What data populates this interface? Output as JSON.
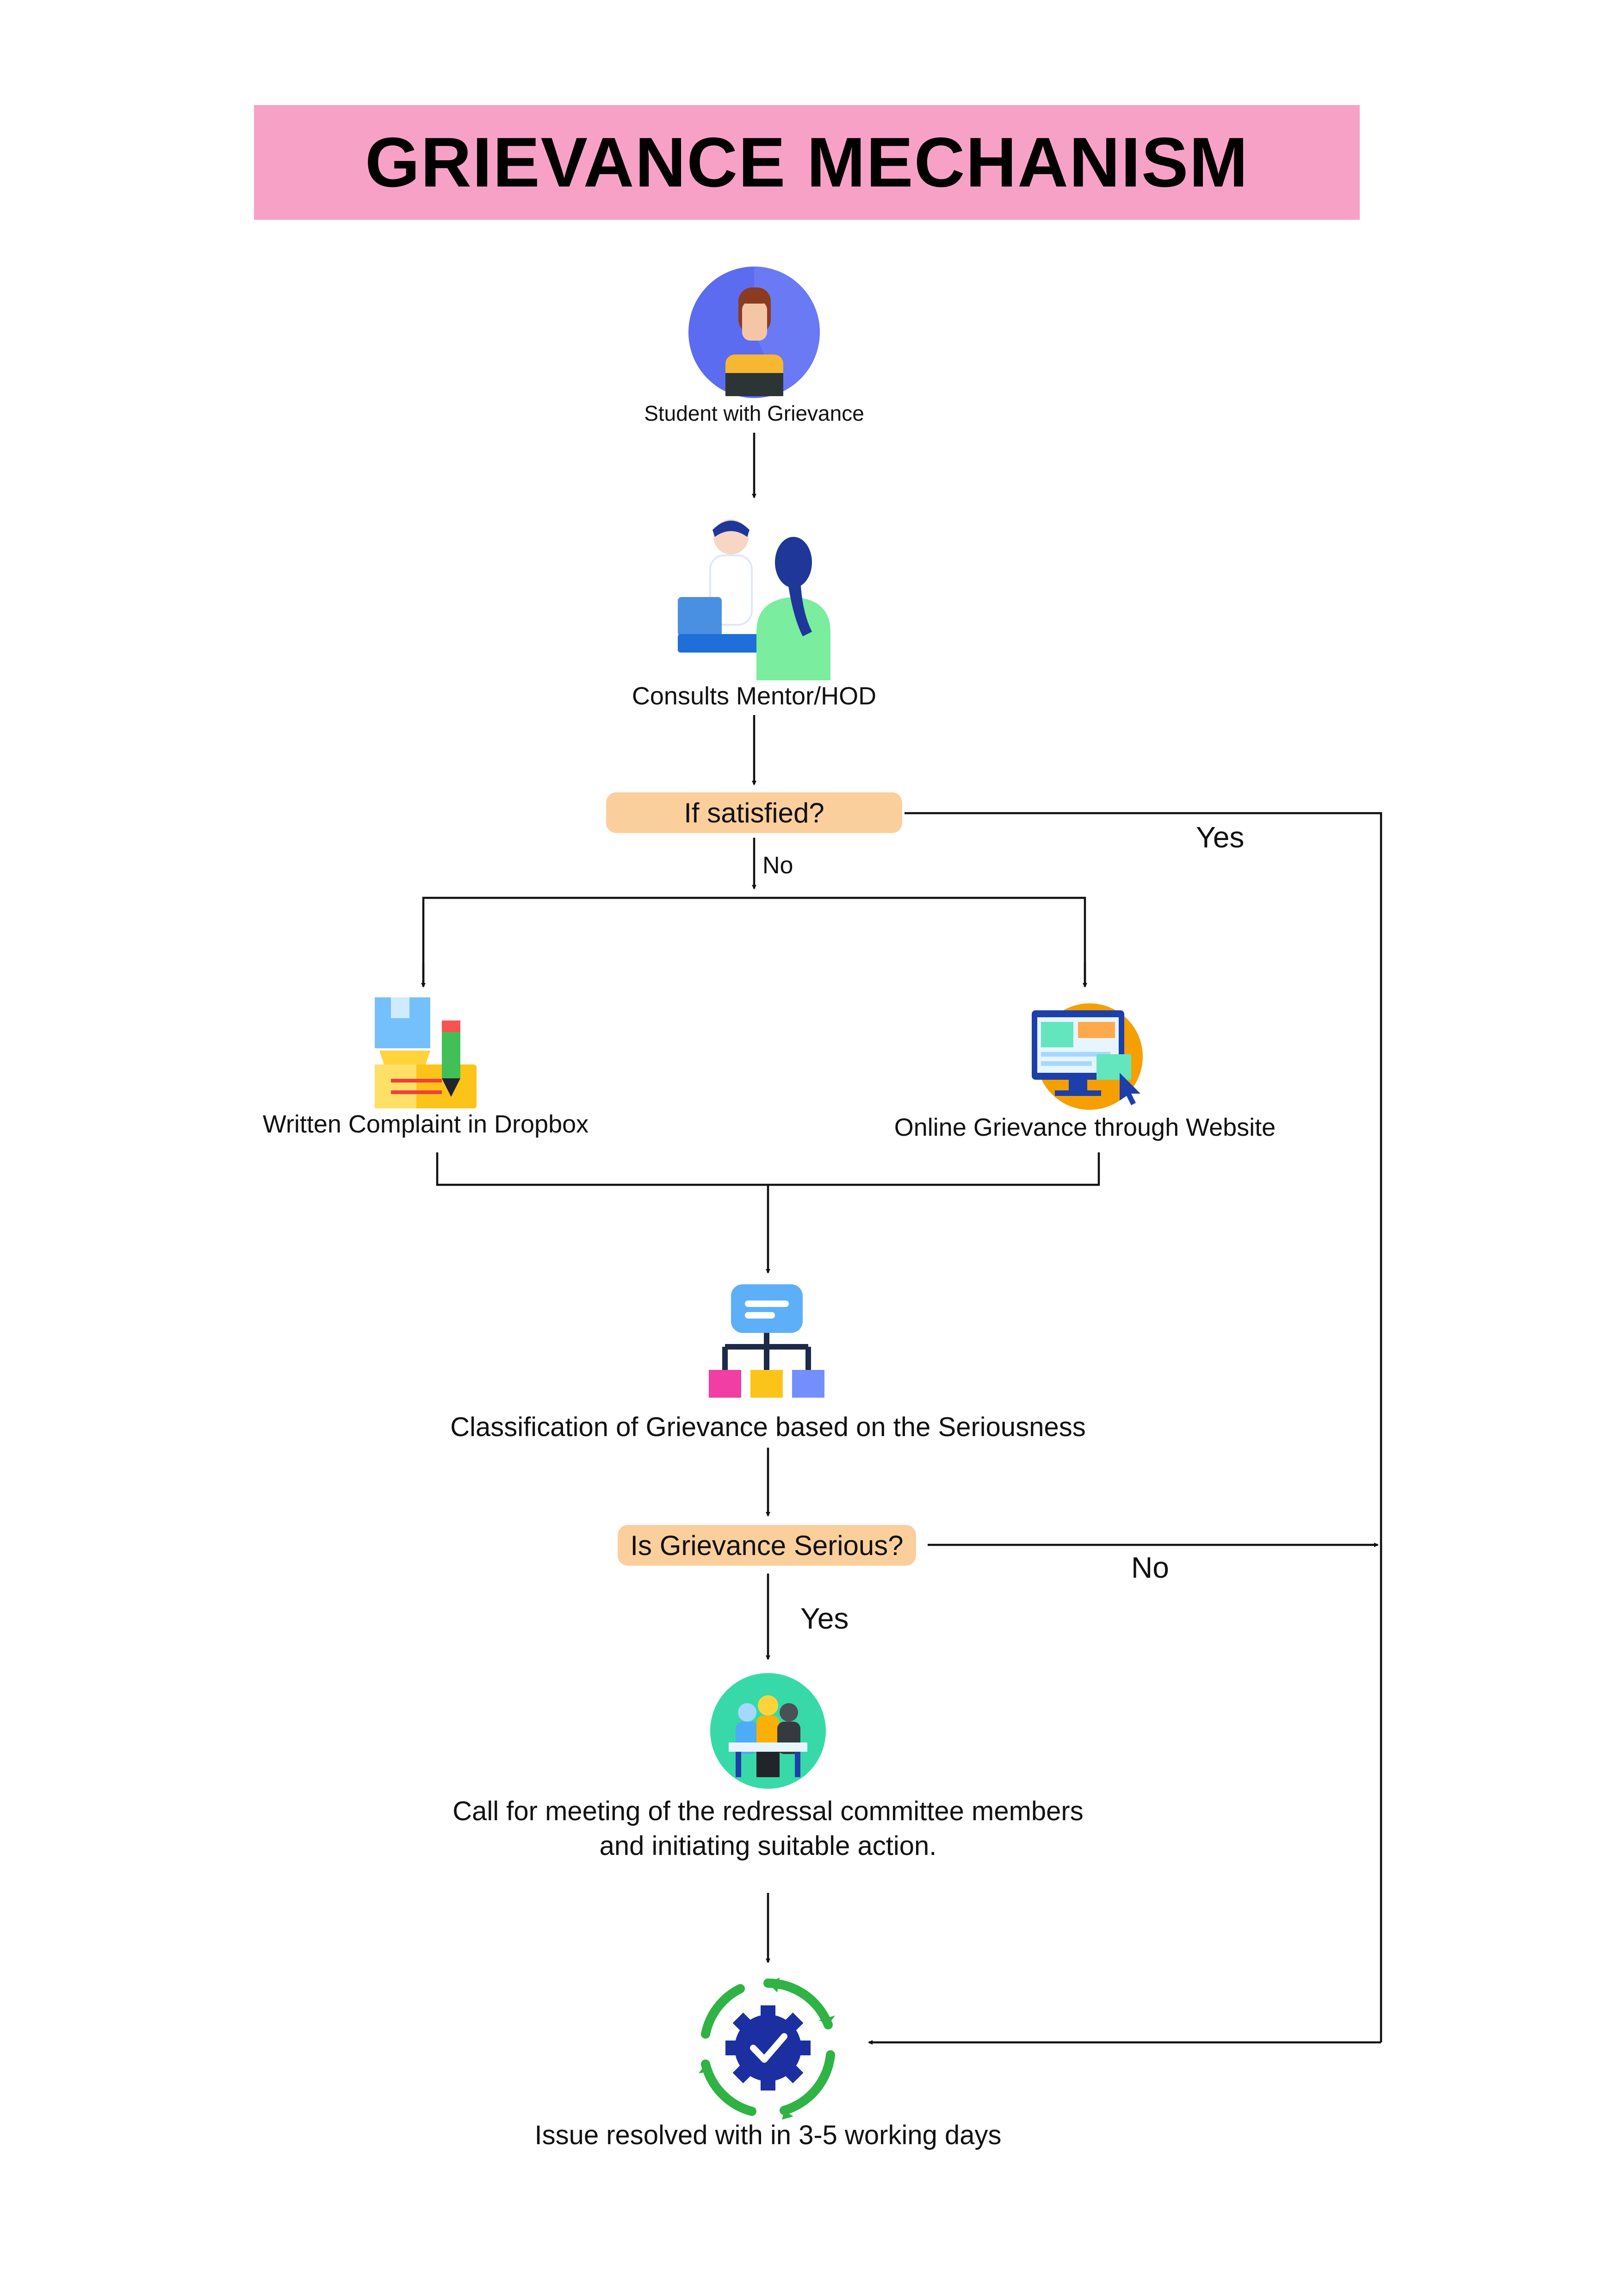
{
  "title": "GRIEVANCE MECHANISM",
  "nodes": {
    "student": "Student with Grievance",
    "consult": "Consults Mentor/HOD",
    "satisfied": "If satisfied?",
    "written": "Written Complaint in Dropbox",
    "online": "Online Grievance through Website",
    "classification": "Classification of Grievance based on the Seriousness",
    "serious": "Is Grievance Serious?",
    "meeting_line1": "Call for meeting of the redressal committee members",
    "meeting_line2": "and initiating suitable action.",
    "resolved": "Issue resolved with in 3-5 working days"
  },
  "branch_labels": {
    "satisfied_yes": "Yes",
    "satisfied_no": "No",
    "serious_no": "No",
    "serious_yes": "Yes"
  },
  "colors": {
    "title_banner": "#f8a1c6",
    "decision_box": "#fbcf9c",
    "line": "#111111"
  },
  "icons": {
    "student": "student-avatar-icon",
    "consult": "mentor-consultation-icon",
    "written": "written-complaint-icon",
    "online": "website-monitor-icon",
    "classification": "hierarchy-chart-icon",
    "meeting": "committee-meeting-icon",
    "resolved": "verified-gear-icon"
  }
}
